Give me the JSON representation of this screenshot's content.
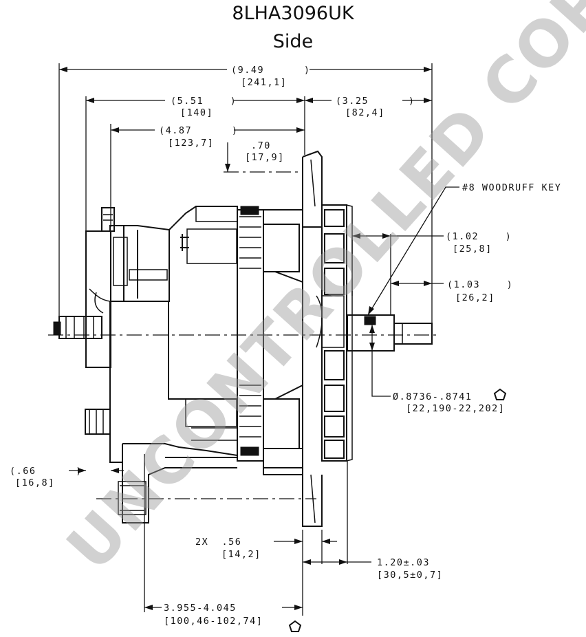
{
  "header": {
    "part_number": "8LHA3096UK",
    "view": "Side"
  },
  "dimensions": {
    "overall_in": "(9.49      )",
    "overall_mm": "[241,1]",
    "rear_in": "(5.51    )",
    "rear_mm": "[140]",
    "front_in": "(3.25      )",
    "front_mm": "[82,4]",
    "body_in": "(4.87      )",
    "body_mm": "[123,7]",
    "flange_in": ".70",
    "flange_mm": "[17,9]",
    "key_label": "#8 WOODRUFF KEY",
    "pulley_a_in": "(1.02    )",
    "pulley_a_mm": "[25,8]",
    "pulley_b_in": "(1.03    )",
    "pulley_b_mm": "[26,2]",
    "shaft_in": "Ø.8736-.8741",
    "shaft_mm": "[22,190-22,202]",
    "terminal_in": "(.66      )",
    "terminal_mm": "[16,8]",
    "foot_in": "2X  .56",
    "foot_mm": "[14,2]",
    "hub_in": "1.20±.03",
    "hub_mm": "[30,5±0,7]",
    "mount_in": "3.955-4.045",
    "mount_mm": "[100,46-102,74]"
  },
  "watermark": "UNCONTROLLED COPY"
}
